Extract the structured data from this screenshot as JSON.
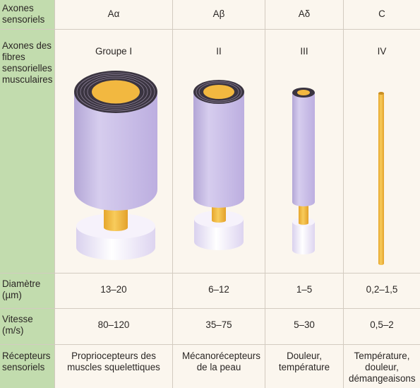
{
  "row_labels": {
    "axons": "Axones sensoriels",
    "muscle_fibres": "Axones des fibres sensorielles musculaires",
    "diameter": "Diamètre (µm)",
    "speed": "Vitesse (m/s)",
    "receptors": "Récepteurs sensoriels"
  },
  "columns": [
    {
      "axon": "Aα",
      "group": "Groupe I",
      "diameter": "13–20",
      "speed": "80–120",
      "receptors": "Propriocepteurs des muscles squelettiques"
    },
    {
      "axon": "Aβ",
      "group": "II",
      "diameter": "6–12",
      "speed": "35–75",
      "receptors": "Mécanorécepteurs de la peau"
    },
    {
      "axon": "Aδ",
      "group": "III",
      "diameter": "1–5",
      "speed": "5–30",
      "receptors": "Douleur, température"
    },
    {
      "axon": "C",
      "group": "IV",
      "diameter": "0,2–1,5",
      "speed": "0,5–2",
      "receptors": "Température, douleur, démangeaisons"
    }
  ],
  "colors": {
    "header_column": "#c2dcae",
    "myelin": "#c9bde4",
    "myelin_lamellae": "#3a3440",
    "axon": "#f0b73e",
    "node_region": "#f3eff9",
    "background": "#fbf6ee"
  }
}
